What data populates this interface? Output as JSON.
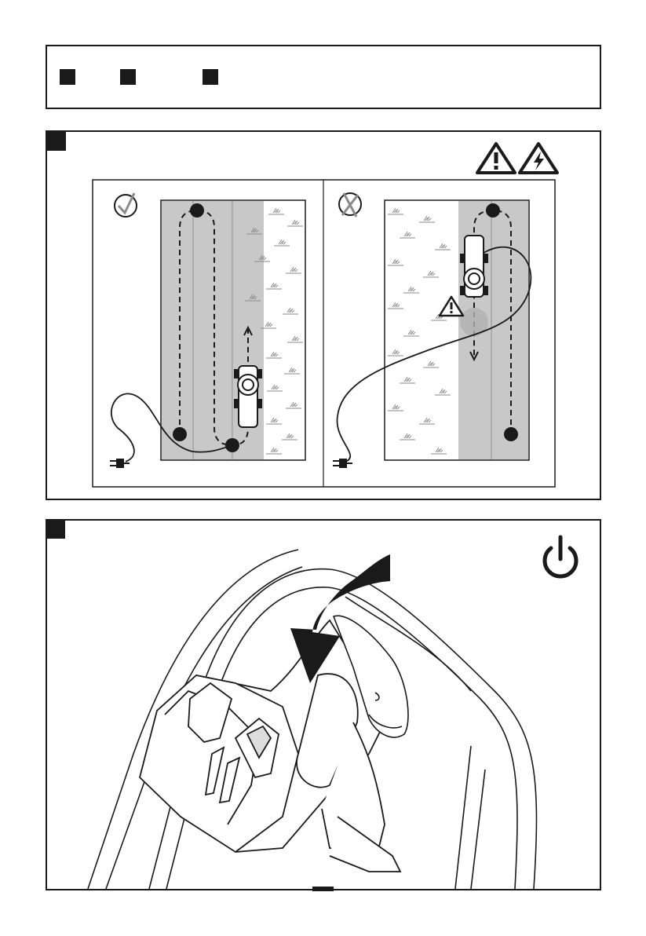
{
  "legend_box": {
    "markers": [
      "square",
      "square",
      "square"
    ]
  },
  "panel_1": {
    "marker": "square",
    "warning_icons": [
      "warning-triangle-icon",
      "electric-hazard-icon"
    ],
    "left_scene": {
      "status_icon": "check-circle-icon",
      "status": "correct"
    },
    "right_scene": {
      "status_icon": "cross-circle-icon",
      "status": "incorrect",
      "hazard_icon": "warning-triangle-icon"
    },
    "plug_icon": "power-plug-icon"
  },
  "panel_2": {
    "marker": "square",
    "power_icon": "power-symbol-icon",
    "arrow_icon": "curved-arrow-down-icon"
  },
  "colors": {
    "ink": "#1a1a1a",
    "strip": "#c8c8c8",
    "grass": "#8a8a8a"
  }
}
